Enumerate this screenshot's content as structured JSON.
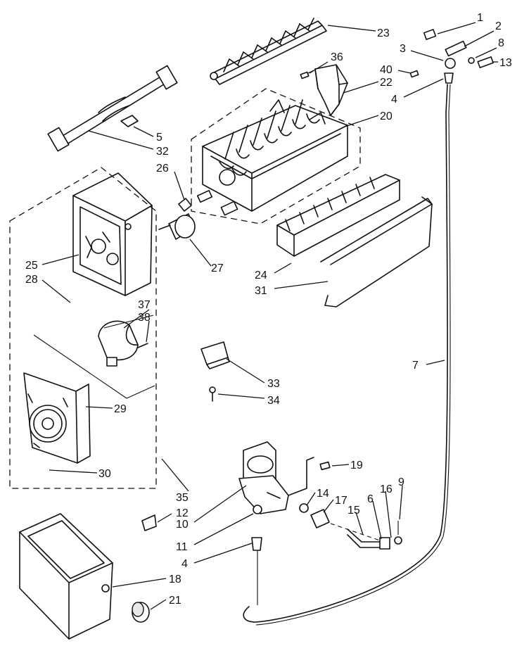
{
  "callouts": [
    {
      "id": "c1",
      "text": "1"
    },
    {
      "id": "c2",
      "text": "2"
    },
    {
      "id": "c3",
      "text": "3"
    },
    {
      "id": "c8",
      "text": "8"
    },
    {
      "id": "c13",
      "text": "13"
    },
    {
      "id": "c40",
      "text": "40"
    },
    {
      "id": "c4a",
      "text": "4"
    },
    {
      "id": "c23",
      "text": "23"
    },
    {
      "id": "c36",
      "text": "36"
    },
    {
      "id": "c22",
      "text": "22"
    },
    {
      "id": "c20",
      "text": "20"
    },
    {
      "id": "c5",
      "text": "5"
    },
    {
      "id": "c32",
      "text": "32"
    },
    {
      "id": "c26",
      "text": "26"
    },
    {
      "id": "c25",
      "text": "25"
    },
    {
      "id": "c28",
      "text": "28"
    },
    {
      "id": "c27",
      "text": "27"
    },
    {
      "id": "c24",
      "text": "24"
    },
    {
      "id": "c31",
      "text": "31"
    },
    {
      "id": "c37",
      "text": "37"
    },
    {
      "id": "c38",
      "text": "38"
    },
    {
      "id": "c7",
      "text": "7"
    },
    {
      "id": "c29",
      "text": "29"
    },
    {
      "id": "c33",
      "text": "33"
    },
    {
      "id": "c34",
      "text": "34"
    },
    {
      "id": "c30",
      "text": "30"
    },
    {
      "id": "c35",
      "text": "35"
    },
    {
      "id": "c19",
      "text": "19"
    },
    {
      "id": "c12",
      "text": "12"
    },
    {
      "id": "c14",
      "text": "14"
    },
    {
      "id": "c17",
      "text": "17"
    },
    {
      "id": "c16",
      "text": "16"
    },
    {
      "id": "c9",
      "text": "9"
    },
    {
      "id": "c6",
      "text": "6"
    },
    {
      "id": "c15",
      "text": "15"
    },
    {
      "id": "c10",
      "text": "10"
    },
    {
      "id": "c11",
      "text": "11"
    },
    {
      "id": "c4b",
      "text": "4"
    },
    {
      "id": "c18",
      "text": "18"
    },
    {
      "id": "c21",
      "text": "21"
    }
  ]
}
